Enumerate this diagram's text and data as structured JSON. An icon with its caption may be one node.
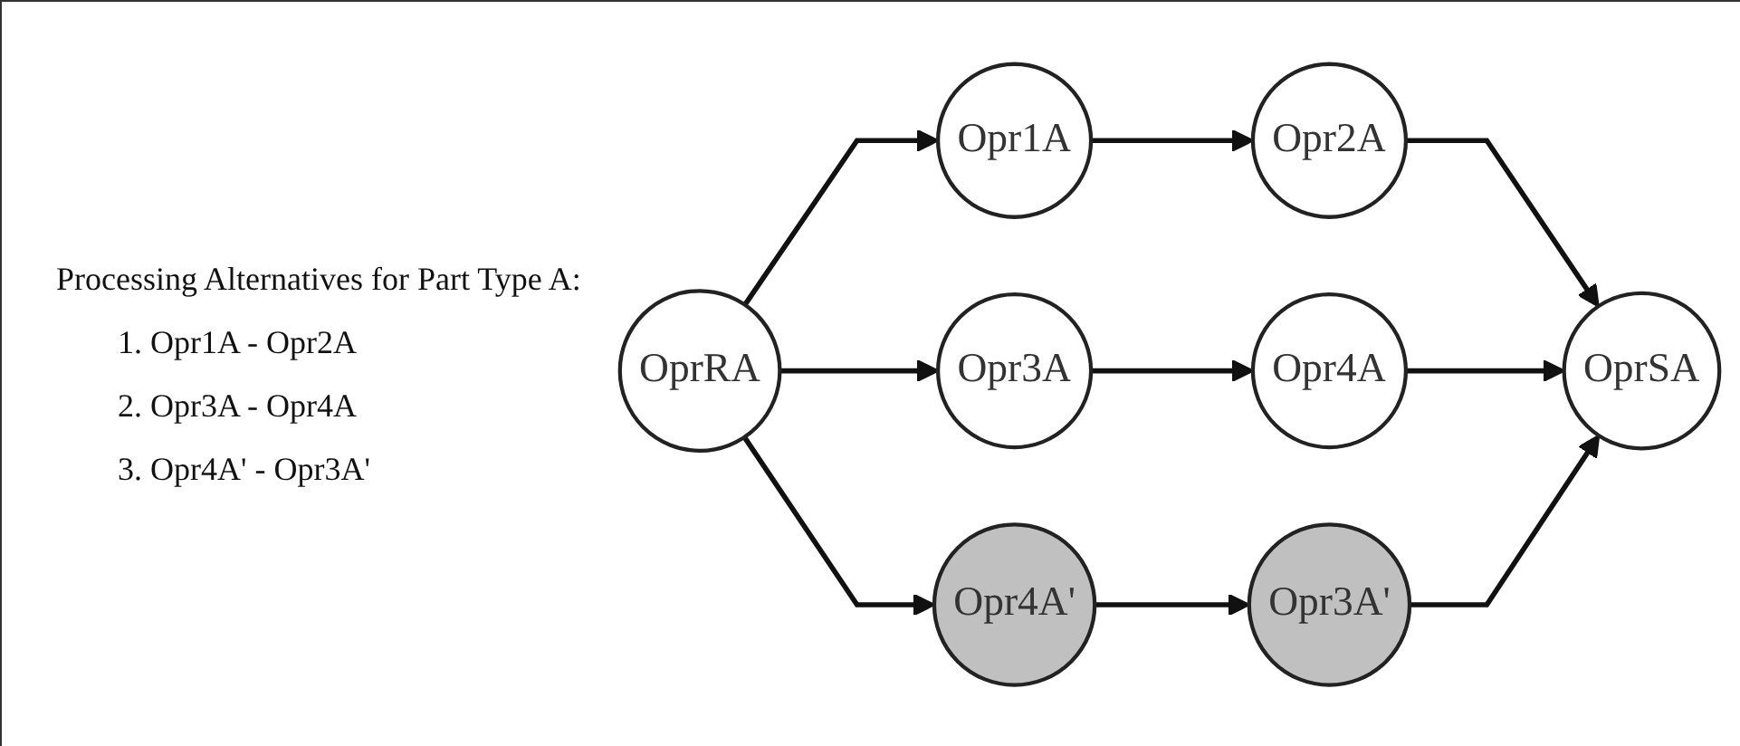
{
  "diagram": {
    "nodes": [
      {
        "text": [
          "OprRA"
        ]
      },
      {
        "text": [
          "Opr1A"
        ]
      },
      {
        "text": [
          "Opr2A"
        ]
      },
      {
        "text": [
          "Opr3A"
        ]
      },
      {
        "text": [
          "Opr4A"
        ]
      },
      {
        "text": [
          "Opr4A'"
        ]
      },
      {
        "text": [
          "Opr3A'"
        ]
      },
      {
        "text": [
          "OprSA"
        ]
      }
    ],
    "edges": [
      {
        "from": 0,
        "to": 1,
        "arrow": "to"
      },
      {
        "from": 0,
        "to": 3,
        "arrow": "to"
      },
      {
        "from": 0,
        "to": 5,
        "arrow": "to"
      },
      {
        "from": 1,
        "to": 2,
        "arrow": "to"
      },
      {
        "from": 3,
        "to": 4,
        "arrow": "to"
      },
      {
        "from": 5,
        "to": 6,
        "arrow": "to"
      },
      {
        "from": 2,
        "to": 7,
        "arrow": "to"
      },
      {
        "from": 4,
        "to": 7,
        "arrow": "to"
      },
      {
        "from": 6,
        "to": 7,
        "arrow": "to"
      }
    ],
    "labels": [
      "Processing Alternatives for Part Type A:",
      "1. Opr1A - Opr2A",
      "2. Opr3A - Opr4A",
      "3. Opr4A' - Opr3A'"
    ]
  }
}
